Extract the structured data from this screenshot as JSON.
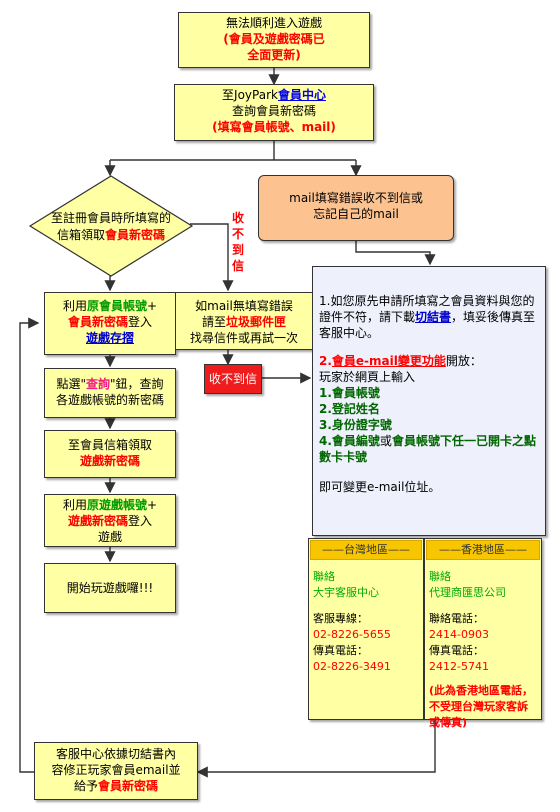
{
  "box1": {
    "l1": "無法順利進入遊戲",
    "l2": "(會員及遊戲密碼已",
    "l3": "全面更新)"
  },
  "box2": {
    "l1a": "至JoyPark",
    "l1b": "會員中心",
    "l2": "查詢會員新密碼",
    "l3": "(填寫會員帳號、mail)"
  },
  "diamond": {
    "l1": "至註冊會員時所填寫的",
    "l2a": "信箱領取",
    "l2b": "會員新密碼"
  },
  "orangebox": {
    "l1": "mail填寫錯誤收不到信或",
    "l2": "忘記自己的mail"
  },
  "vertical_label": [
    "收",
    "不",
    "到",
    "信"
  ],
  "step1": {
    "a": "利用",
    "b": "原會員帳號",
    "c": "+",
    "d": "會員新密碼",
    "e": "登入",
    "f": "遊戲存摺"
  },
  "step2": {
    "a": "點選\"",
    "b": "查詢",
    "c": "\"鈕，查詢",
    "d": "各遊戲帳號的新密碼"
  },
  "step3": {
    "a": "至會員信箱領取",
    "b": "遊戲新密碼"
  },
  "step4": {
    "a": "利用",
    "b": "原遊戲帳號",
    "c": "+",
    "d": "遊戲新密碼",
    "e": "登入",
    "f": "遊戲"
  },
  "step5": {
    "a": "開始玩遊戲囉!!!"
  },
  "midbox": {
    "l1": "如mail無填寫錯誤",
    "l2a": "請至",
    "l2b": "垃圾郵件匣",
    "l3": "找尋信件或再試一次"
  },
  "redbox": {
    "l1": "收不到信"
  },
  "infobox": {
    "p1a": "1.如您原先申請所填寫之會員資料與您的證件不符，請下載",
    "p1b": "切結書",
    "p1c": "，填妥後傳真至客服中心。",
    "p2a": "2.",
    "p2b": "會員e-mail變更功能",
    "p2c": "開放：",
    "p3": "玩家於網頁上輸入",
    "items": [
      "1.會員帳號",
      "2.登記姓名",
      "3.身份證字號",
      "4.會員編號或會員帳號下任一已開卡之點數卡卡號"
    ],
    "item4a": "4.會員編號",
    "item4b": "或",
    "item4c": "會員帳號下任一已開卡之點數卡卡號",
    "p4": "即可變更e-mail位址。"
  },
  "taiwan": {
    "header": "——台灣地區——",
    "l1": "聯絡",
    "l2": "大宇客服中心",
    "l3": "客服專線：",
    "l4": "02-8226-5655",
    "l5": "傳真電話：",
    "l6": "02-8226-3491"
  },
  "hongkong": {
    "header": "——香港地區——",
    "l1": "聯絡",
    "l2": "代理商匯思公司",
    "l3": "聯絡電話：",
    "l4": "2414-0903",
    "l5": "傳真電話：",
    "l6": "2412-5741",
    "l7": "(此為香港地區電話，不受理台灣玩家客訴或傳真)"
  },
  "bottombox": {
    "l1": "客服中心依據切結書內",
    "l2": "容修正玩家會員email並",
    "l3a": "給予",
    "l3b": "會員新密碼"
  }
}
